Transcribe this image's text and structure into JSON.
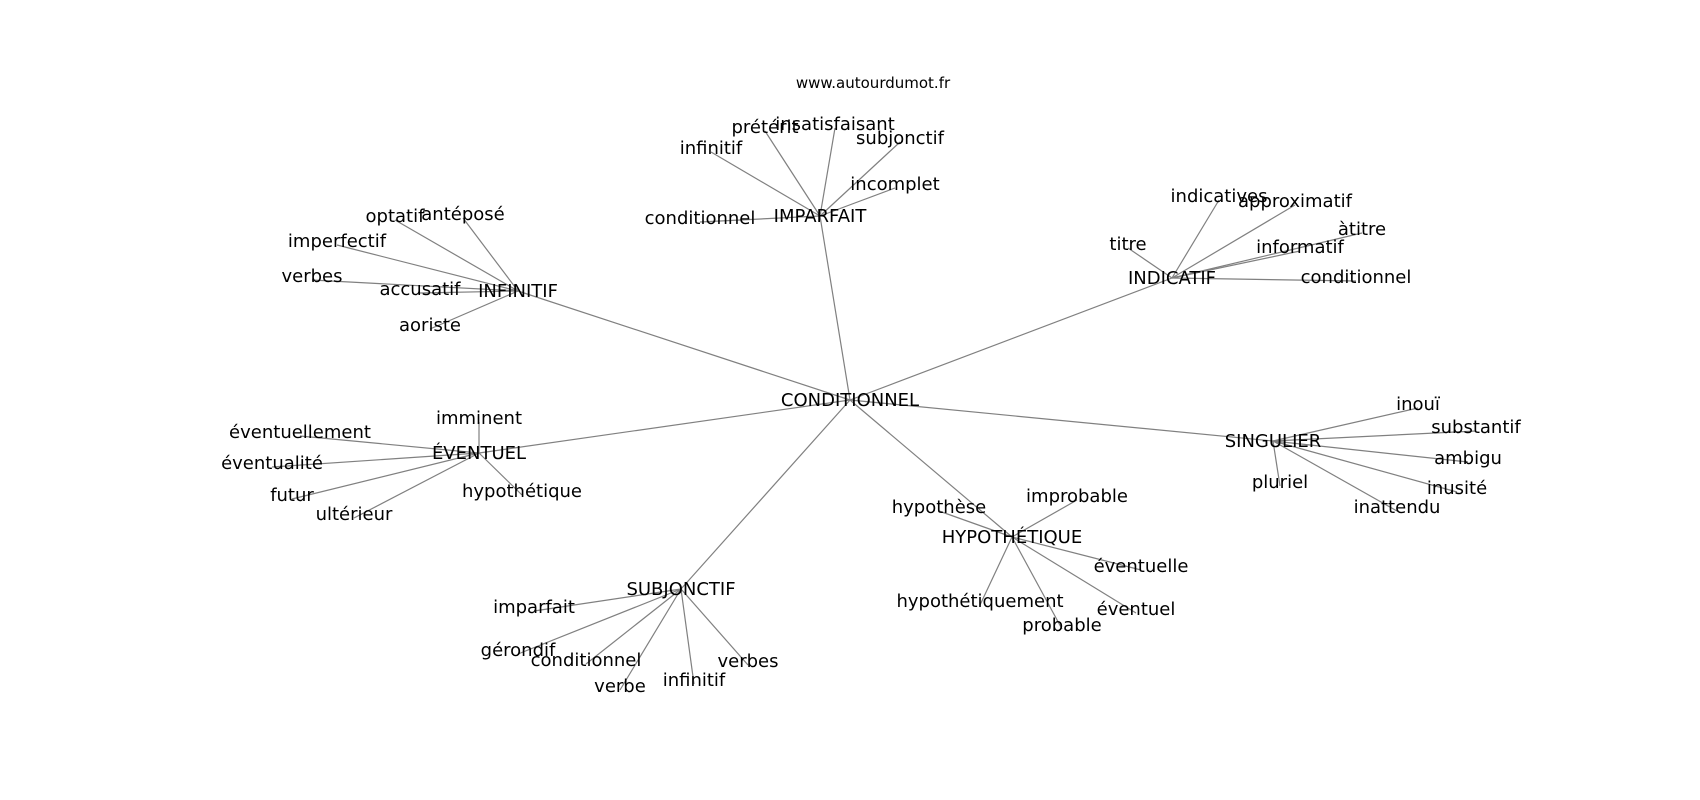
{
  "site": "www.autourdumot.fr",
  "colors": {
    "edge": "#808080",
    "text": "#000000",
    "background": "#ffffff"
  },
  "root": "CONDITIONNEL",
  "groups": [
    {
      "hub": "IMPARFAIT",
      "leaves": [
        "infinitif",
        "prétérit",
        "insatisfaisant",
        "subjonctif",
        "incomplet",
        "conditionnel"
      ]
    },
    {
      "hub": "INFINITIF",
      "leaves": [
        "optatif",
        "antéposé",
        "imperfectif",
        "verbes",
        "accusatif",
        "aoriste"
      ]
    },
    {
      "hub": "INDICATIF",
      "leaves": [
        "indicatives",
        "approximatif",
        "titre",
        "àtitre",
        "informatif",
        "conditionnel"
      ]
    },
    {
      "hub": "ÉVENTUEL",
      "leaves": [
        "imminent",
        "éventuellement",
        "éventualité",
        "futur",
        "ultérieur",
        "hypothétique"
      ]
    },
    {
      "hub": "SINGULIER",
      "leaves": [
        "inouï",
        "substantif",
        "ambigu",
        "inusité",
        "pluriel",
        "inattendu"
      ]
    },
    {
      "hub": "HYPOTHÉTIQUE",
      "leaves": [
        "hypothèse",
        "improbable",
        "éventuelle",
        "hypothétiquement",
        "probable",
        "éventuel"
      ]
    },
    {
      "hub": "SUBJONCTIF",
      "leaves": [
        "imparfait",
        "gérondif",
        "conditionnel",
        "verbe",
        "infinitif",
        "verbes"
      ]
    }
  ]
}
